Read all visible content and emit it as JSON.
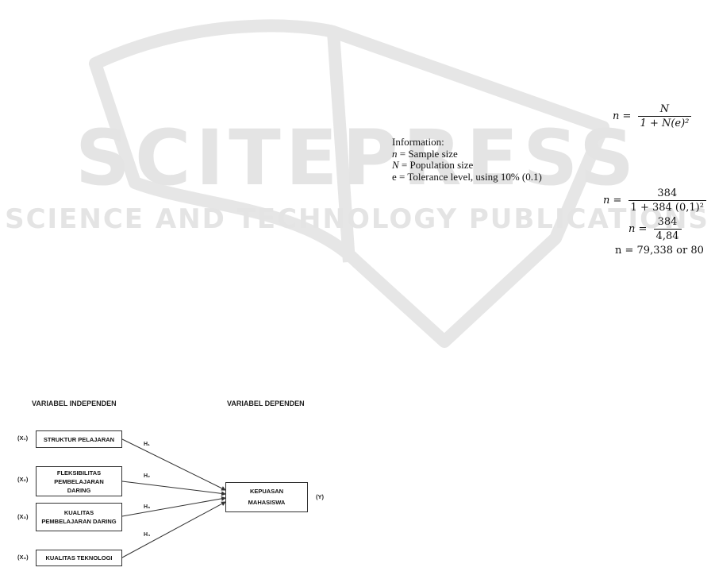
{
  "watermark": {
    "title": "SCITEPRESS",
    "subtitle": "SCIENCE AND TECHNOLOGY PUBLICATIONS"
  },
  "formula": {
    "lhs": "n =",
    "numerator": "N",
    "denominator": "1 + N(e)²"
  },
  "information": {
    "title": "Information:",
    "n_sym": "n",
    "n_text": " = Sample size",
    "N_sym": "N",
    "N_text": " = Population size",
    "e_text": "e = Tolerance level, using 10% (0.1)"
  },
  "calc": {
    "step1_lhs": "n =",
    "step1_num": "384",
    "step1_den": "1 + 384 (0,1)²",
    "step2_lhs": "n =",
    "step2_num": "384",
    "step2_den": "4,84",
    "result": "n = 79,338 or 80"
  },
  "diagram": {
    "independent_title": "VARIABEL INDEPENDEN",
    "dependent_title": "VARIABEL DEPENDEN",
    "independents": [
      {
        "var": "(X₁)",
        "label": "STRUKTUR PELAJARAN",
        "h": "H₁"
      },
      {
        "var": "(X₂)",
        "label": "FLEKSIBILITAS PEMBELAJARAN DARING",
        "h": "H₂"
      },
      {
        "var": "(X₃)",
        "label": "KUALITAS PEMBELAJARAN DARING",
        "h": "H₃"
      },
      {
        "var": "(X₄)",
        "label": "KUALITAS TEKNOLOGI",
        "h": "H₄"
      }
    ],
    "dependent": {
      "label_line1": "KEPUASAN",
      "label_line2": "MAHASISWA",
      "var": "(Y)"
    }
  }
}
